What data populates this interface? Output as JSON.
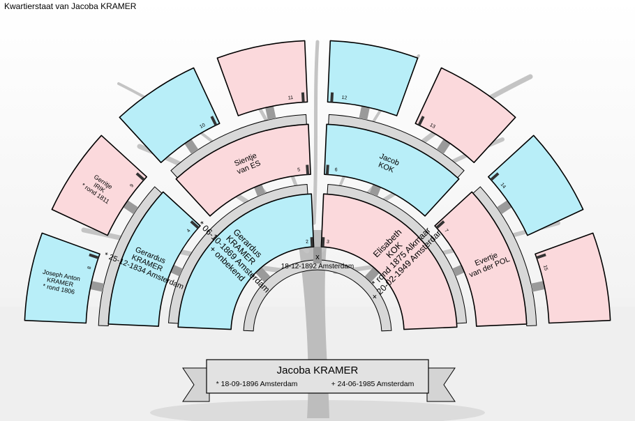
{
  "title": "Kwartierstaat van Jacoba KRAMER",
  "colors": {
    "male": "#b8eef8",
    "female": "#fbd9dc",
    "connector": "#d8d8d8",
    "outline": "#000000",
    "ground": "#efefef"
  },
  "root": {
    "name": "Jacoba KRAMER",
    "birth": "* 18-09-1896 Amsterdam",
    "death": "+ 24-06-1985 Amsterdam"
  },
  "marriage": {
    "symbol": "x",
    "text": "18-12-1892 Amsterdam"
  },
  "generations": [
    {
      "level": 1,
      "persons": [
        {
          "number": "2",
          "gender": "male",
          "lines": [
            "Gerardus",
            "KRAMER",
            "* 06-10-1869 Amsterdam",
            "+ onbekend"
          ]
        },
        {
          "number": "3",
          "gender": "female",
          "lines": [
            "Elisabeth",
            "KOK",
            "* rond  1875 Alkmaar",
            "+ 20-02-1949 Amsterdam"
          ]
        }
      ]
    },
    {
      "level": 2,
      "persons": [
        {
          "number": "4",
          "gender": "male",
          "lines": [
            "Gerardus",
            "KRAMER",
            "* 25-12-1834 Amsterdam"
          ]
        },
        {
          "number": "5",
          "gender": "female",
          "lines": [
            "Sientje",
            "van ES"
          ]
        },
        {
          "number": "6",
          "gender": "male",
          "lines": [
            "Jacob",
            "KOK"
          ]
        },
        {
          "number": "7",
          "gender": "female",
          "lines": [
            "Evertje",
            "van der POL"
          ]
        }
      ]
    },
    {
      "level": 3,
      "persons": [
        {
          "number": "8",
          "gender": "male",
          "lines": [
            "Joseph Anton",
            "KRAMER",
            "* rond  1806"
          ]
        },
        {
          "number": "9",
          "gender": "female",
          "lines": [
            "Gerritje",
            "IRIK",
            "* rond  1811"
          ]
        },
        {
          "number": "10",
          "gender": "male",
          "lines": []
        },
        {
          "number": "11",
          "gender": "female",
          "lines": []
        },
        {
          "number": "12",
          "gender": "male",
          "lines": []
        },
        {
          "number": "13",
          "gender": "female",
          "lines": []
        },
        {
          "number": "14",
          "gender": "male",
          "lines": []
        },
        {
          "number": "15",
          "gender": "female",
          "lines": []
        }
      ]
    }
  ]
}
